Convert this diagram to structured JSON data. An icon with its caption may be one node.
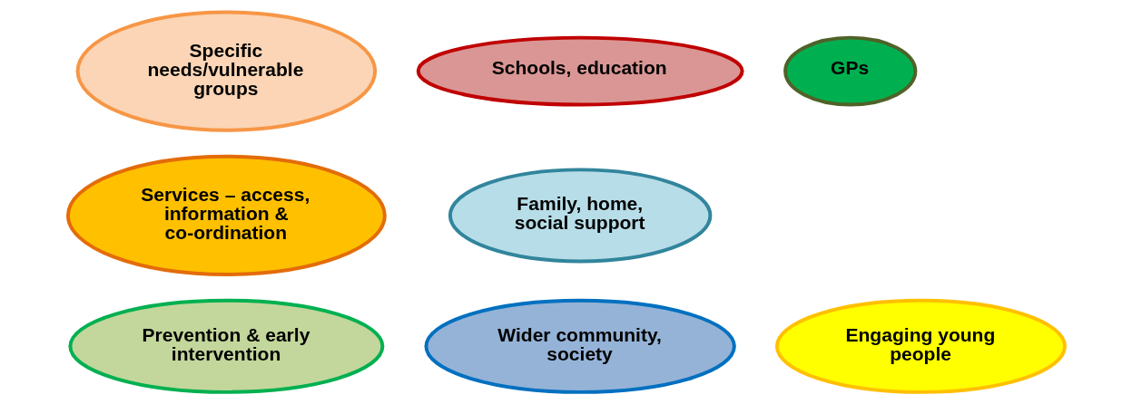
{
  "diagram": {
    "nodes": [
      {
        "text": [
          "Specific needs/vulnerable groups"
        ]
      },
      {
        "text": [
          "Schools, education"
        ]
      },
      {
        "text": [
          "GPs"
        ]
      },
      {
        "text": [
          "Services – access, information & co-ordination"
        ]
      },
      {
        "text": [
          "Family, home, social support"
        ]
      },
      {
        "text": [
          "Prevention & early intervention"
        ]
      },
      {
        "text": [
          "Engaging young people"
        ]
      },
      {
        "text": [
          "Wider community, society"
        ]
      }
    ],
    "edges": []
  }
}
